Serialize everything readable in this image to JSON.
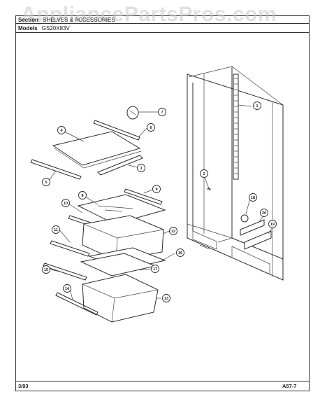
{
  "watermark": "AppliancePartsPros.com",
  "header": {
    "section_label": "Section",
    "section_value": "SHELVES & ACCESSORIES",
    "models_label": "Models",
    "models_value": "GS20X83V"
  },
  "footer": {
    "date": "3/93",
    "page_code": "A57-7"
  },
  "callouts": [
    "1",
    "2",
    "3",
    "4",
    "5",
    "6",
    "7",
    "8",
    "9",
    "10",
    "11",
    "12",
    "13",
    "14",
    "15",
    "16",
    "17",
    "18",
    "19",
    "20"
  ]
}
